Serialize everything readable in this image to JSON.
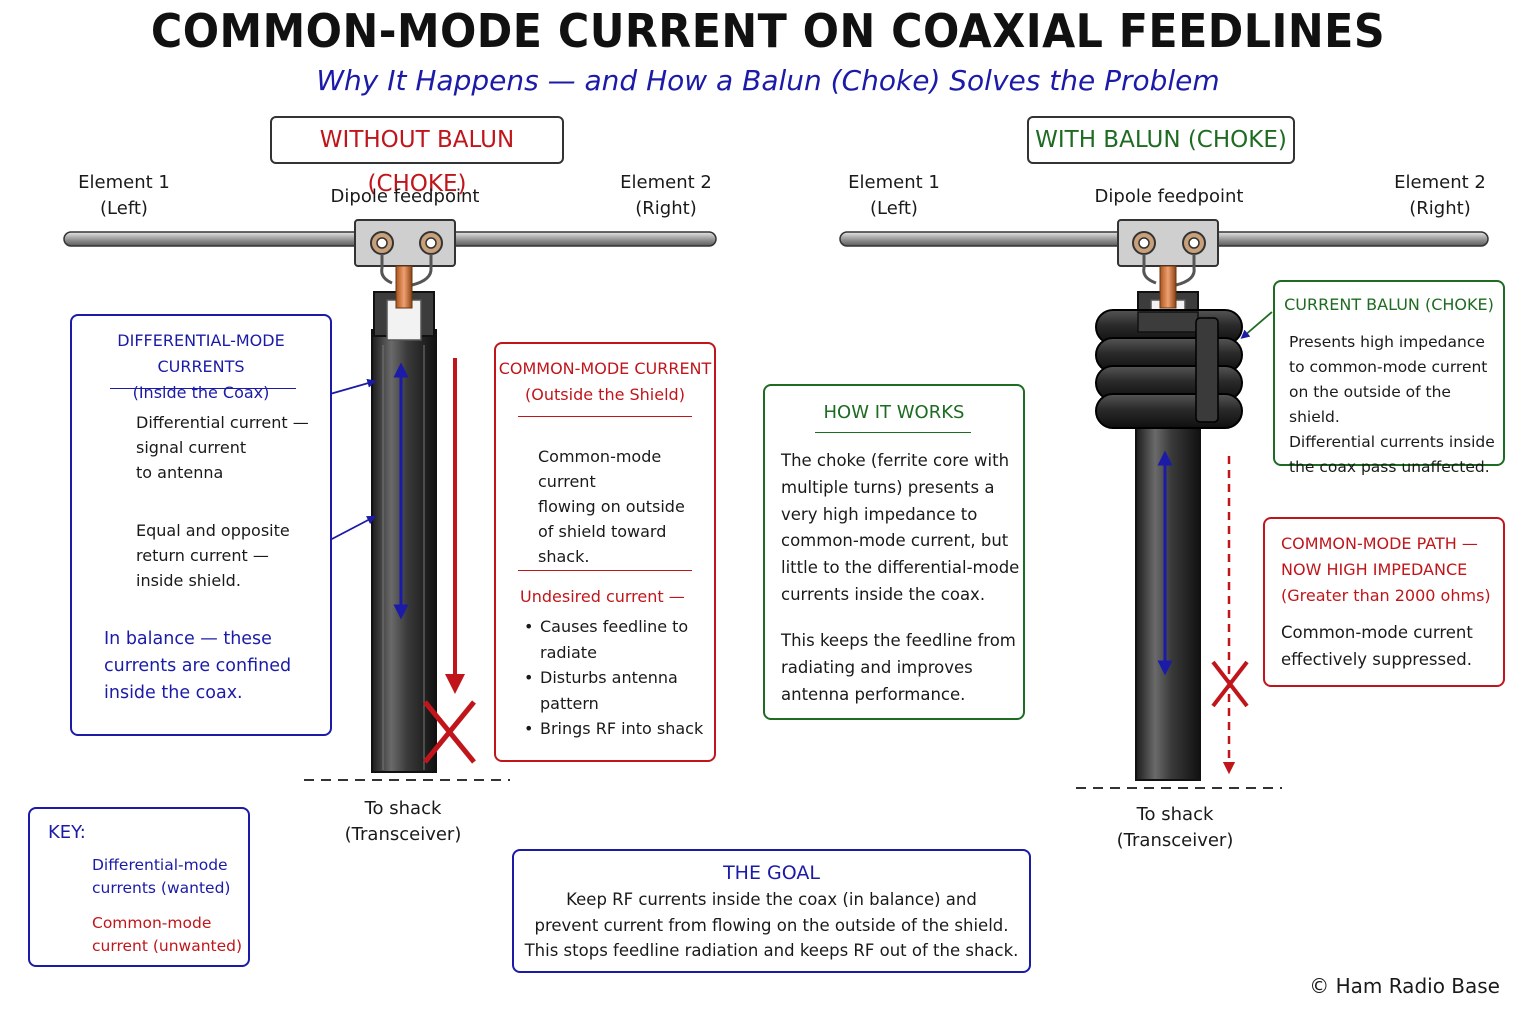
{
  "header": {
    "title": "COMMON-MODE CURRENT ON COAXIAL FEEDLINES",
    "subtitle": "Why It Happens — and How a Balun (Choke) Solves the Problem"
  },
  "left_panel": {
    "title": "WITHOUT BALUN (CHOKE)",
    "element1": [
      "Element 1",
      "(Left)"
    ],
    "feedpoint": "Dipole feedpoint",
    "element2": [
      "Element 2",
      "(Right)"
    ],
    "shack": [
      "To shack",
      "(Transceiver)"
    ],
    "differential_box": {
      "title": [
        "DIFFERENTIAL-MODE CURRENTS",
        "(Inside the Coax)"
      ],
      "item1": [
        "Differential current —",
        "signal current",
        "to antenna"
      ],
      "item2": [
        "Equal and opposite",
        "return current —",
        "inside shield."
      ],
      "balance": [
        "In balance — these",
        "currents are confined",
        "inside the coax."
      ]
    },
    "common_box": {
      "title": [
        "COMMON-MODE CURRENT",
        "(Outside the Shield)"
      ],
      "item": [
        "Common-mode current",
        "flowing on outside",
        "of shield toward",
        "shack."
      ],
      "undesired": "Undesired current —",
      "bullets": [
        "Causes feedline to radiate",
        "Disturbs antenna pattern",
        "Brings RF into shack"
      ]
    }
  },
  "right_panel": {
    "title": "WITH BALUN (CHOKE)",
    "element1": [
      "Element 1",
      "(Left)"
    ],
    "feedpoint": "Dipole feedpoint",
    "element2": [
      "Element 2",
      "(Right)"
    ],
    "shack": [
      "To shack",
      "(Transceiver)"
    ],
    "balun_box": {
      "title": "CURRENT BALUN (CHOKE)",
      "text": [
        "Presents high impedance",
        "to common-mode current",
        "on the outside of the shield.",
        "Differential currents inside",
        "the coax pass unaffected."
      ]
    },
    "path_box": {
      "title": [
        "COMMON-MODE PATH —",
        "NOW HIGH IMPEDANCE",
        "(Greater than 2000 ohms)"
      ],
      "text": [
        "Common-mode current",
        "effectively suppressed."
      ]
    }
  },
  "how_it_works": {
    "title": "HOW IT WORKS",
    "para1": [
      "The choke (ferrite core with",
      "multiple turns) presents a",
      "very high impedance to",
      "common-mode current, but",
      "little to the differential-mode",
      "currents inside the coax."
    ],
    "para2": [
      "This keeps the feedline from",
      "radiating and improves",
      "antenna performance."
    ]
  },
  "goal": {
    "title": "THE GOAL",
    "text": [
      "Keep RF currents inside the coax (in balance) and",
      "prevent current from flowing on the outside of the shield.",
      "This stops feedline radiation and keeps RF out of the shack."
    ]
  },
  "key": {
    "title": "KEY:",
    "differential": [
      "Differential-mode",
      "currents (wanted)"
    ],
    "common": [
      "Common-mode",
      "current (unwanted)"
    ]
  },
  "credit": "© Ham Radio Base",
  "colors": {
    "blue": "#1b1ba8",
    "red": "#c0161b",
    "green": "#1e6b22",
    "dark": "#1a1a1a"
  }
}
